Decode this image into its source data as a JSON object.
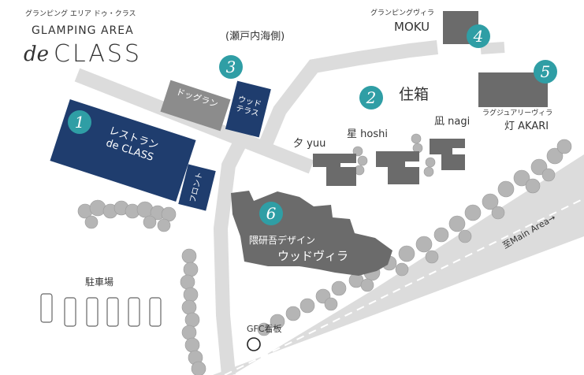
{
  "brand": {
    "kana": "グランピング エリア ドゥ・クラス",
    "line1": "GLAMPING AREA",
    "de": "de",
    "class": "CLASS"
  },
  "colors": {
    "navy": "#1f3d6e",
    "gray": "#8c8c8c",
    "dark": "#6b6b6b",
    "teal": "#2f9ea5",
    "road": "#dcdcdc",
    "tree": "#b5b5b5"
  },
  "labels": {
    "sea": "(瀬戸内海側)",
    "moku_kana": "グランピングヴィラ",
    "moku": "MOKU",
    "sumibako": "住箱",
    "akari_kana": "ラグジュアリーヴィラ",
    "akari": "灯 AKARI",
    "yuu": "夕 yuu",
    "hoshi": "星 hoshi",
    "nagi": "凪 nagi",
    "dogrun": "ドッグラン",
    "wood_terrace": [
      "ウッド",
      "テラス"
    ],
    "restaurant": [
      "レストラン",
      "de CLASS"
    ],
    "front": "フロント",
    "kuma_line1": "隈研吾デザイン",
    "kuma_line2": "ウッドヴィラ",
    "parking": "駐車場",
    "gfc": "GFC看板",
    "main_area": "至Main Area→"
  },
  "markers": [
    "1",
    "2",
    "3",
    "4",
    "5",
    "6"
  ]
}
